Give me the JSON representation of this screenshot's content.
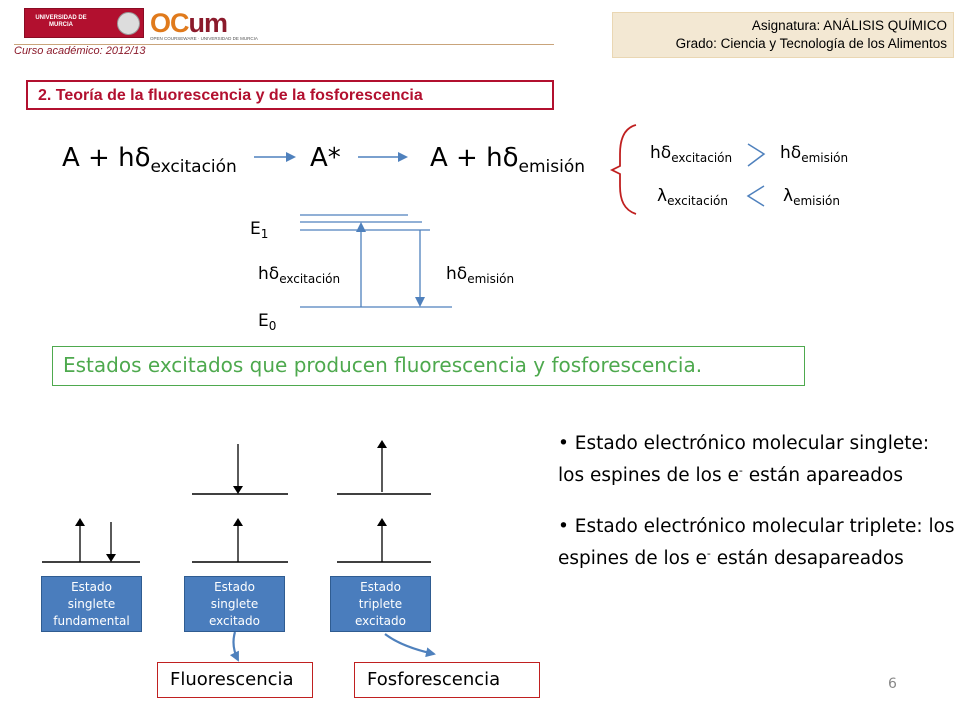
{
  "header": {
    "um_logo_text": "UNIVERSIDAD DE MURCIA",
    "ocw_logo_o": "OC",
    "ocw_logo_u": "um",
    "ocw_logo_sub": "OPEN COURSEWARE · UNIVERSIDAD DE MURCIA",
    "course_label": "Curso académico:",
    "course_year": "2012/13",
    "subject": "Asignatura: ANÁLISIS QUÍMICO",
    "degree": "Grado: Ciencia y Tecnología de los Alimentos"
  },
  "section_title": "2. Teoría de la fluorescencia y de la fosforescencia",
  "equation": {
    "left_base": "A + hδ",
    "left_sub": "excitación",
    "middle": "A*",
    "right_base": "A + hδ",
    "right_sub": "emisión"
  },
  "comparison": {
    "energy_left_base": "hδ",
    "energy_left_sub": "excitación",
    "energy_right_base": "hδ",
    "energy_right_sub": "emisión",
    "lambda_left_base": "λ",
    "lambda_left_sub": "excitación",
    "lambda_right_base": "λ",
    "lambda_right_sub": "emisión"
  },
  "energy_diagram": {
    "upper_level_base": "E",
    "upper_level_sub": "1",
    "lower_level_base": "E",
    "lower_level_sub": "0",
    "excitation_base": "hδ",
    "excitation_sub": "excitación",
    "emission_base": "hδ",
    "emission_sub": "emisión"
  },
  "highlight_text": "Estados excitados que producen fluorescencia y fosforescencia.",
  "bullets": [
    {
      "pre": "Estado electrónico molecular singlete: los espines de los e",
      "sup": "-",
      "post": " están apareados"
    },
    {
      "pre": "Estado electrónico molecular triplete: los espines de los e",
      "sup": "-",
      "post": " están desapareados"
    }
  ],
  "states": [
    {
      "l1": "Estado",
      "l2": "singlete",
      "l3": "fundamental"
    },
    {
      "l1": "Estado",
      "l2": "singlete",
      "l3": "excitado"
    },
    {
      "l1": "Estado",
      "l2": "triplete",
      "l3": "excitado"
    }
  ],
  "outcomes": {
    "fluorescence": "Fluorescencia",
    "phosphorescence": "Fosforescencia"
  },
  "page_number": "6",
  "colors": {
    "brand_red": "#b2102f",
    "green": "#4ea94e",
    "state_blue": "#4a7dbd",
    "arrow_blue": "#4f81bd"
  }
}
